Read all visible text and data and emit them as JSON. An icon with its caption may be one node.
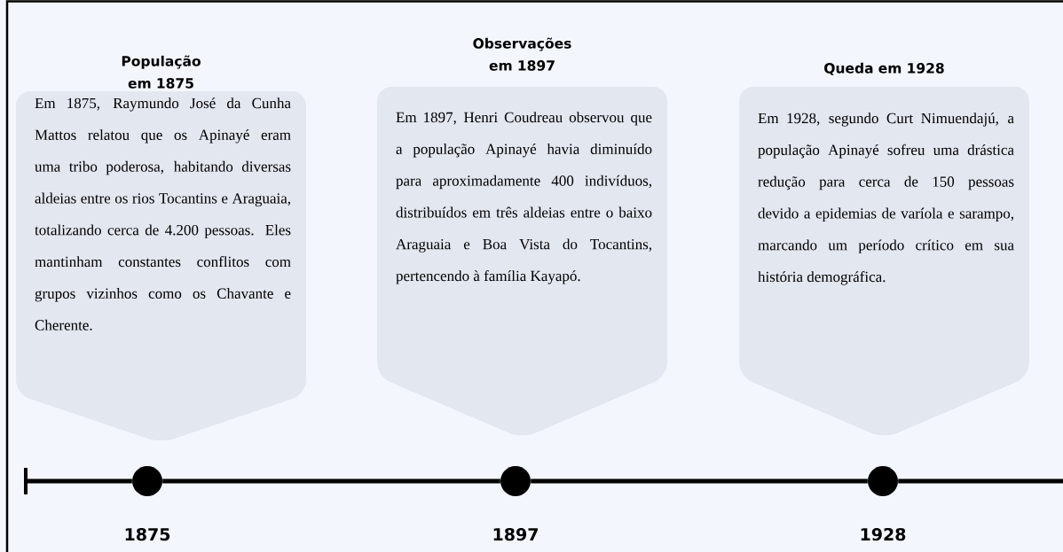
{
  "diagram": {
    "nodes": [
      {
        "text": [
          "População em 1875",
          "Em 1875, Raymundo José da Cunha Mattos relatou que os Apinayé eram uma tribo poderosa, habitando diversas aldeias entre os rios Tocantins e Araguaia, totalizando cerca de 4.200 pessoas. Eles mantinham constantes conflitos com grupos vizinhos como os Chavante e Cherente."
        ]
      },
      {
        "text": [
          "Observações em 1897",
          "Em 1897, Henri Coudreau observou que a população Apinayé havia diminuído para aproximadamente 400 indivíduos, distribuídos em três aldeias entre o baixo Araguaia e Boa Vista do Tocantins, pertencendo à família Kayapó."
        ]
      },
      {
        "text": [
          "Queda em 1928",
          "Em 1928, segundo Curt Nimuendajú, a população Apinayé sofreu uma drástica redução para cerca de 150 pessoas devido a epidemias de varíola e sarampo, marcando um período crítico em sua história demográfica."
        ]
      },
      {
        "text": [],
        "shape": "circle",
        "beside": [
          "1875"
        ]
      },
      {
        "text": [],
        "shape": "circle",
        "beside": [
          "1897"
        ]
      },
      {
        "text": [],
        "shape": "circle",
        "beside": [
          "1928"
        ]
      }
    ],
    "edges": [
      {
        "from": 3,
        "to": 4,
        "arrow": "none"
      },
      {
        "from": 4,
        "to": 5,
        "arrow": "none"
      }
    ]
  }
}
